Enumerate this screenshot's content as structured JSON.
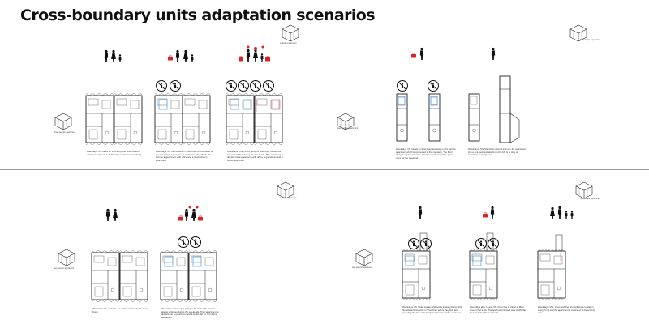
{
  "title": "Cross-boundary units adaptation scenarios",
  "labels": {
    "lateral_expansion": "Lateral expansion",
    "telescopic_expansion": "Telescopic expansion",
    "three_person_apartment": "three-person apartment",
    "two_person_apartment": "two-person apartment"
  },
  "captions": {
    "top_left_1": "Weekdays: Mr. cares for the family, the grandmother arrives to help out; a stable daily routine in Hong Kong.",
    "top_left_2": "Weekdays: Mr. has to work in Shenzhen now because of the company's expansion on mainland. They divide the flat into a guestroom with office and a two-bedroom apartment.",
    "top_left_3": "Weekdays: They enjoy going to Shenzhen for various leisure activities during the weekends. The apartment is divided into a guestroom with office, a guestroom and a studio apartment.",
    "top_right_1": "Weekdays: Mr. travels to Shenzhen and stays in the narrow apartment which is connected to the company. The flat in Hong Kong is turned into a studio apartment with a guest room for the weekend.",
    "top_right_2": "Weekdays: The Shenzhen extend and turn the apartment into a one-bedroom apartment for Mr. H to stay on weekdays in Hong Kong.",
    "bottom_left_1": "Weekdays: Mr. and Mrs. are both work and live in Hong Kong.",
    "bottom_left_2": "Weekdays: They enjoy going to Shenzhen for various leisure activities during the weekends. Their apartment is divided into a guestroom and a studio flat for rent during weekends.",
    "bottom_right_1": "Weekdays: Mr. Chan studies and works in Hong Kong while his wife and two sons in Shenzhen where they live, and spending the time with family and just spend the weekend.",
    "bottom_right_2": "Weekdays after 1 year: Mr. Chan has to travel to Main area to find a job. The apartment is used as a studio flat for rent during the weekends.",
    "bottom_right_3": "Weekdays: Mrs. Chan and their son will come to stay in Hong Kong and the apartment is expanded to be a family unit."
  },
  "icons": {
    "family_icon": "family-of-three-icon",
    "couple_icon": "couple-icon",
    "traveler_icon": "traveler-with-suitcase-icon",
    "person_icon": "single-person-icon",
    "no_entry_icon": "no-entry-sign-icon",
    "box_icon": "isometric-box-icon"
  },
  "colors": {
    "suitcase": "#d8232a",
    "blue_room": "#5aa9e6",
    "pink_room": "#e48aa0",
    "plan_line": "#222222"
  }
}
